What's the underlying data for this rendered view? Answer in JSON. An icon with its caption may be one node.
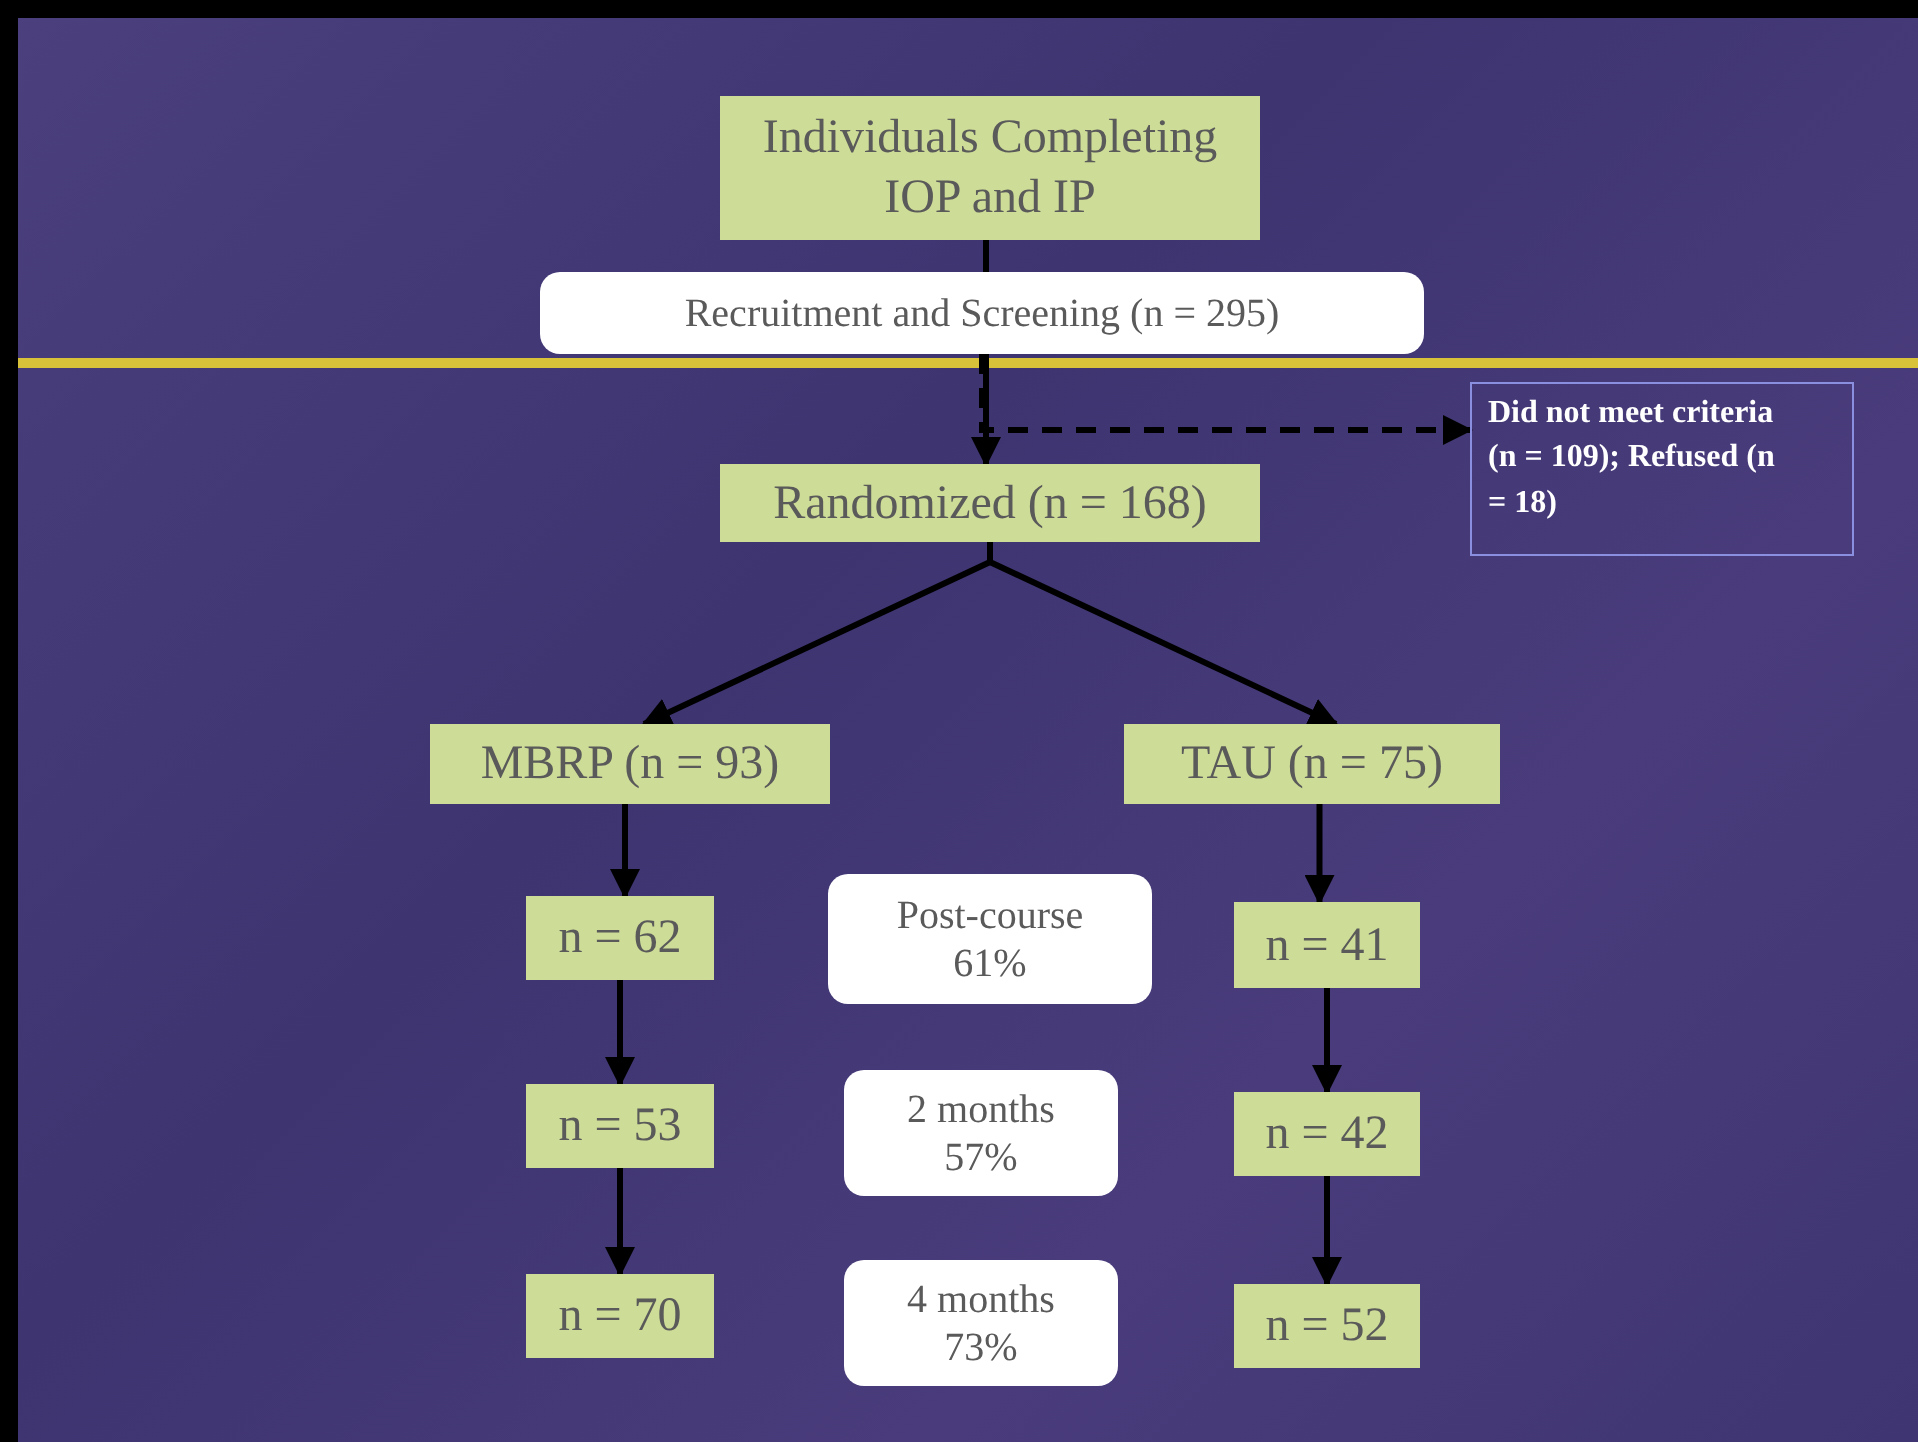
{
  "diagram": {
    "nodes": [
      {
        "text": [
          "Individuals Completing IOP and IP"
        ]
      },
      {
        "text": [
          "Recruitment and Screening (n = 295)"
        ]
      },
      {
        "text": [
          "Randomized (n = 168)"
        ]
      },
      {
        "text": [
          "Did not meet criteria (n = 109); Refused (n = 18)"
        ]
      },
      {
        "text": [
          "MBRP (n = 93)"
        ]
      },
      {
        "text": [
          "TAU (n = 75)"
        ]
      },
      {
        "text": [
          "n = 62"
        ]
      },
      {
        "text": [
          "Post-course 61%"
        ]
      },
      {
        "text": [
          "n = 53"
        ]
      },
      {
        "text": [
          "2 months 57%"
        ]
      },
      {
        "text": [
          "n = 70"
        ]
      },
      {
        "text": [
          "4 months 73%"
        ]
      },
      {
        "text": [
          "n = 41"
        ]
      },
      {
        "text": [
          "n = 42"
        ]
      },
      {
        "text": [
          "n = 52"
        ]
      }
    ],
    "edges": [
      {
        "from": 0,
        "to": 1,
        "arrow": "none"
      },
      {
        "from": 1,
        "to": 2,
        "arrow": "to"
      },
      {
        "from": 1,
        "to": 3,
        "arrow": "to",
        "style": "dashed"
      },
      {
        "from": 2,
        "to": 4,
        "arrow": "to"
      },
      {
        "from": 2,
        "to": 5,
        "arrow": "to"
      },
      {
        "from": 4,
        "to": 6,
        "arrow": "to"
      },
      {
        "from": 6,
        "to": 8,
        "arrow": "to"
      },
      {
        "from": 8,
        "to": 10,
        "arrow": "to"
      },
      {
        "from": 5,
        "to": 12,
        "arrow": "to"
      },
      {
        "from": 12,
        "to": 13,
        "arrow": "to"
      },
      {
        "from": 13,
        "to": 14,
        "arrow": "to"
      }
    ]
  }
}
